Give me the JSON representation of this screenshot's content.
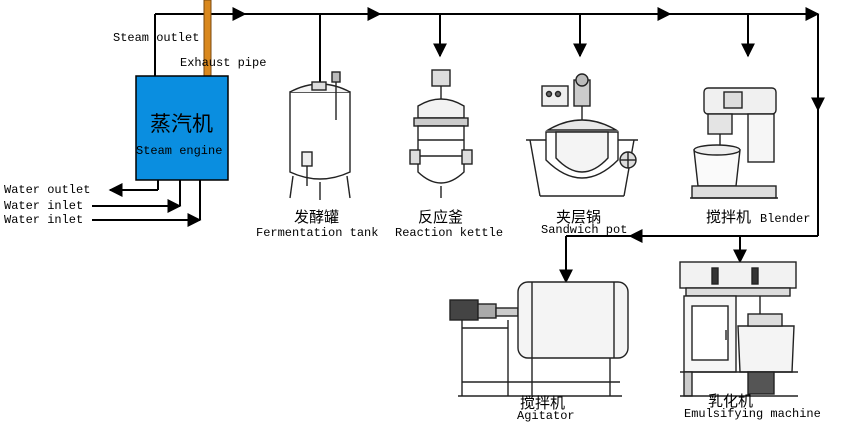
{
  "labels": {
    "steam_outlet": "Steam outlet",
    "exhaust_pipe": "Exhaust pipe",
    "water_outlet": "Water outlet",
    "water_inlet_1": "Water inlet",
    "water_inlet_2": "Water inlet"
  },
  "boiler": {
    "cn": "蒸汽机",
    "en": "Steam engine",
    "color": "#0a8ee0"
  },
  "exhaust_color": "#d9881e",
  "equipment": [
    {
      "id": "fermentation-tank",
      "cn": "发酵罐",
      "en": "Fermentation tank"
    },
    {
      "id": "reaction-kettle",
      "cn": "反应釜",
      "en": "Reaction kettle"
    },
    {
      "id": "sandwich-pot",
      "cn": "夹层锅",
      "en": "Sandwich pot"
    },
    {
      "id": "blender",
      "cn": "搅拌机",
      "en": "Blender"
    },
    {
      "id": "agitator",
      "cn": "搅拌机",
      "en": "Agitator"
    },
    {
      "id": "emulsifying-machine",
      "cn": "乳化机",
      "en": "Emulsifying machine"
    }
  ]
}
